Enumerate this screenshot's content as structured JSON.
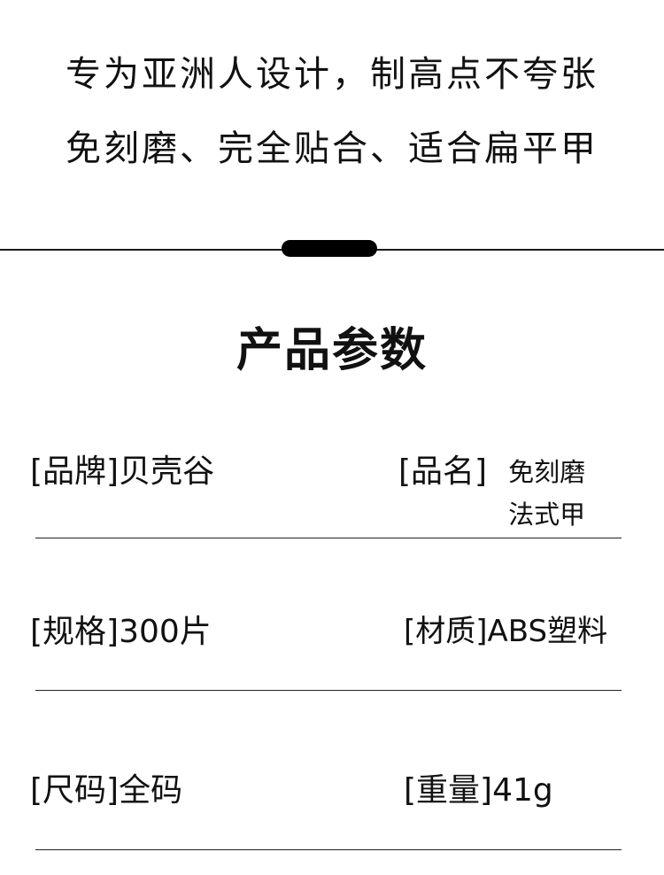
{
  "taglines": {
    "line1": "专为亚洲人设计，制高点不夸张",
    "line2": "免刻磨、完全贴合、适合扁平甲"
  },
  "section_title": "产品参数",
  "params": {
    "brand": "[品牌]贝壳谷",
    "name_label": "[品名]",
    "name_value_line1": "免刻磨",
    "name_value_line2": "法式甲",
    "spec": "[规格]300片",
    "material": "[材质]ABS塑料",
    "size": "[尺码]全码",
    "weight": "[重量]41g"
  }
}
